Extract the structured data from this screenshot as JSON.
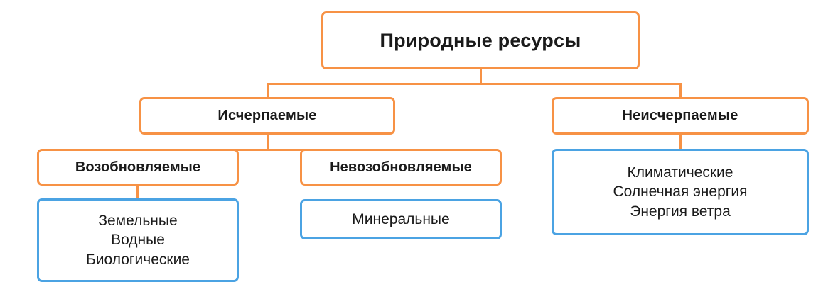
{
  "diagram": {
    "title_text": "Природные ресурсы",
    "type": "tree-hierarchy",
    "colors": {
      "orange_border": "#f79245",
      "blue_border": "#4ba3e3",
      "connector": "#f79245",
      "text": "#1a1a1a",
      "background": "#ffffff"
    },
    "nodes": {
      "root": {
        "label": "Природные ресурсы",
        "border_color": "#f79245",
        "level": 1
      },
      "exhaustible": {
        "label": "Исчерпаемые",
        "border_color": "#f79245",
        "level": 2
      },
      "inexhaustible": {
        "label": "Неисчерпаемые",
        "border_color": "#f79245",
        "level": 2
      },
      "renewable": {
        "label": "Возобновляемые",
        "border_color": "#f79245",
        "level": 3
      },
      "nonrenewable": {
        "label": "Невозобновляемые",
        "border_color": "#f79245",
        "level": 3
      },
      "renewable_items": {
        "label": "Земельные\nВодные\nБиологические",
        "items": [
          "Земельные",
          "Водные",
          "Биологические"
        ],
        "border_color": "#4ba3e3",
        "level": 4
      },
      "nonrenewable_items": {
        "label": "Минеральные",
        "items": [
          "Минеральные"
        ],
        "border_color": "#4ba3e3",
        "level": 4
      },
      "inexhaustible_items": {
        "label": "Климатические\nСолнечная энергия\nЭнергия ветра",
        "items": [
          "Климатические",
          "Солнечная энергия",
          "Энергия ветра"
        ],
        "border_color": "#4ba3e3",
        "level": 3
      }
    }
  }
}
